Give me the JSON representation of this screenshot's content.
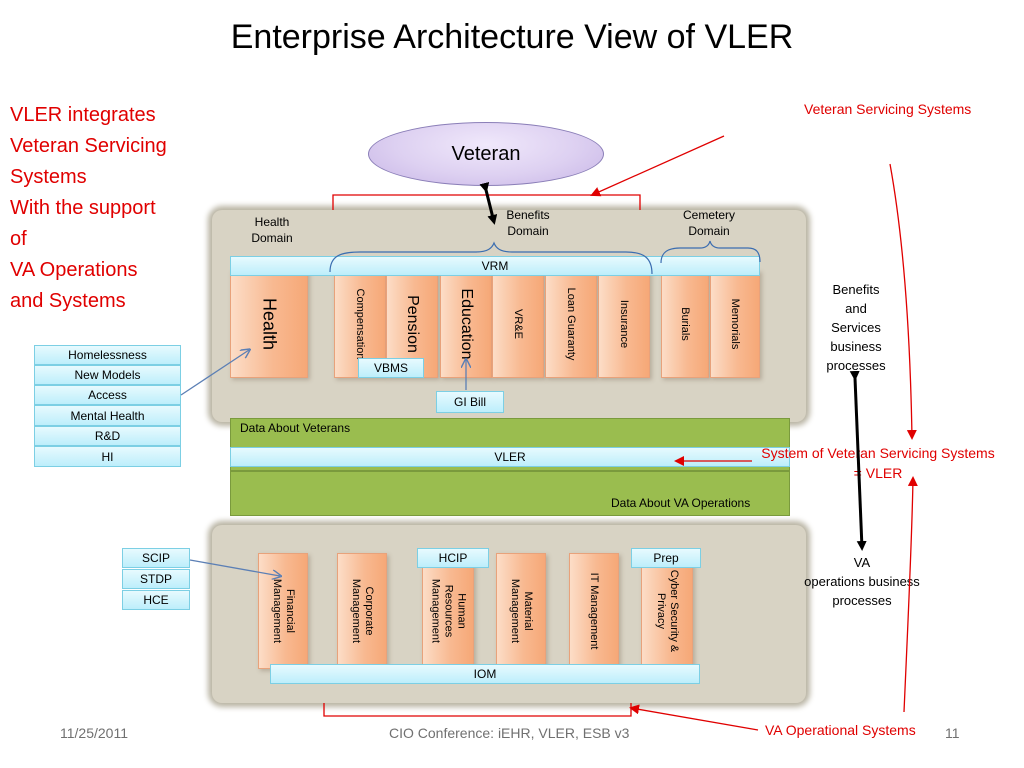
{
  "title": "Enterprise Architecture View of VLER",
  "intro": {
    "line1": "VLER integrates",
    "line2": "Veteran Servicing",
    "line3": "Systems",
    "line4": "With the support",
    "line5": "of",
    "line6": "VA Operations",
    "line7": "and Systems"
  },
  "veteran_servicing_systems": "Veteran Servicing Systems",
  "veteran": "Veteran",
  "domains": {
    "health": "Health Domain",
    "benefits": "Benefits Domain",
    "cemetery": "Cemetery Domain"
  },
  "vrm": "VRM",
  "benefit_columns": {
    "health": "Health",
    "compensation": "Compensation",
    "pension": "Pension",
    "education": "Education",
    "vre": "VR&E",
    "loan_guaranty": "Loan Guaranty",
    "insurance": "Insurance",
    "burials": "Burials",
    "memorials": "Memorials"
  },
  "vbms": "VBMS",
  "gi_bill": "GI Bill",
  "health_programs": [
    "Homelessness",
    "New Models",
    "Access",
    "Mental Health",
    "R&D",
    "HI"
  ],
  "data_about_veterans": "Data About Veterans",
  "vler": "VLER",
  "data_about_va_operations": "Data About VA Operations",
  "system_of_systems": {
    "line1": "System of Veteran Servicing Systems",
    "line2": "= VLER"
  },
  "benefits_processes": {
    "line1": "Benefits",
    "line2": "and",
    "line3": "Services",
    "line4": "business",
    "line5": "processes"
  },
  "va_operations_processes": {
    "line1": "VA",
    "line2": "operations business",
    "line3": "processes"
  },
  "operations_tags": [
    "SCIP",
    "STDP",
    "HCE"
  ],
  "hcip": "HCIP",
  "prep": "Prep",
  "operations_columns": {
    "financial": "Financial Management",
    "corporate": "Corporate Management",
    "human_resources": "Human Resources Management",
    "material": "Material Management",
    "it": "IT Management",
    "cyber": "Cyber Security & Privacy"
  },
  "iom": "IOM",
  "va_operational_systems": "VA Operational Systems",
  "footer": {
    "date": "11/25/2011",
    "center": "CIO Conference: iEHR, VLER, ESB v3",
    "page": "11"
  },
  "colors": {
    "accent_red": "#e00000",
    "tan": "#d8d3c4",
    "green": "#9abd4f",
    "cyan": "#bdeefb",
    "peach": "#f8b991",
    "veteran_oval": "#ddd0f1"
  }
}
